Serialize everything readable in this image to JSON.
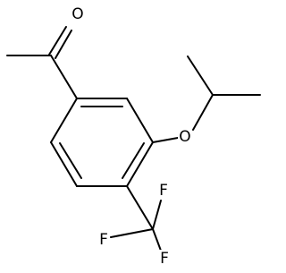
{
  "molecule": {
    "atoms": {
      "carbonyl_oxygen": "O",
      "ether_oxygen": "O",
      "fluorine_top": "F",
      "fluorine_left": "F",
      "fluorine_bottom": "F"
    }
  }
}
